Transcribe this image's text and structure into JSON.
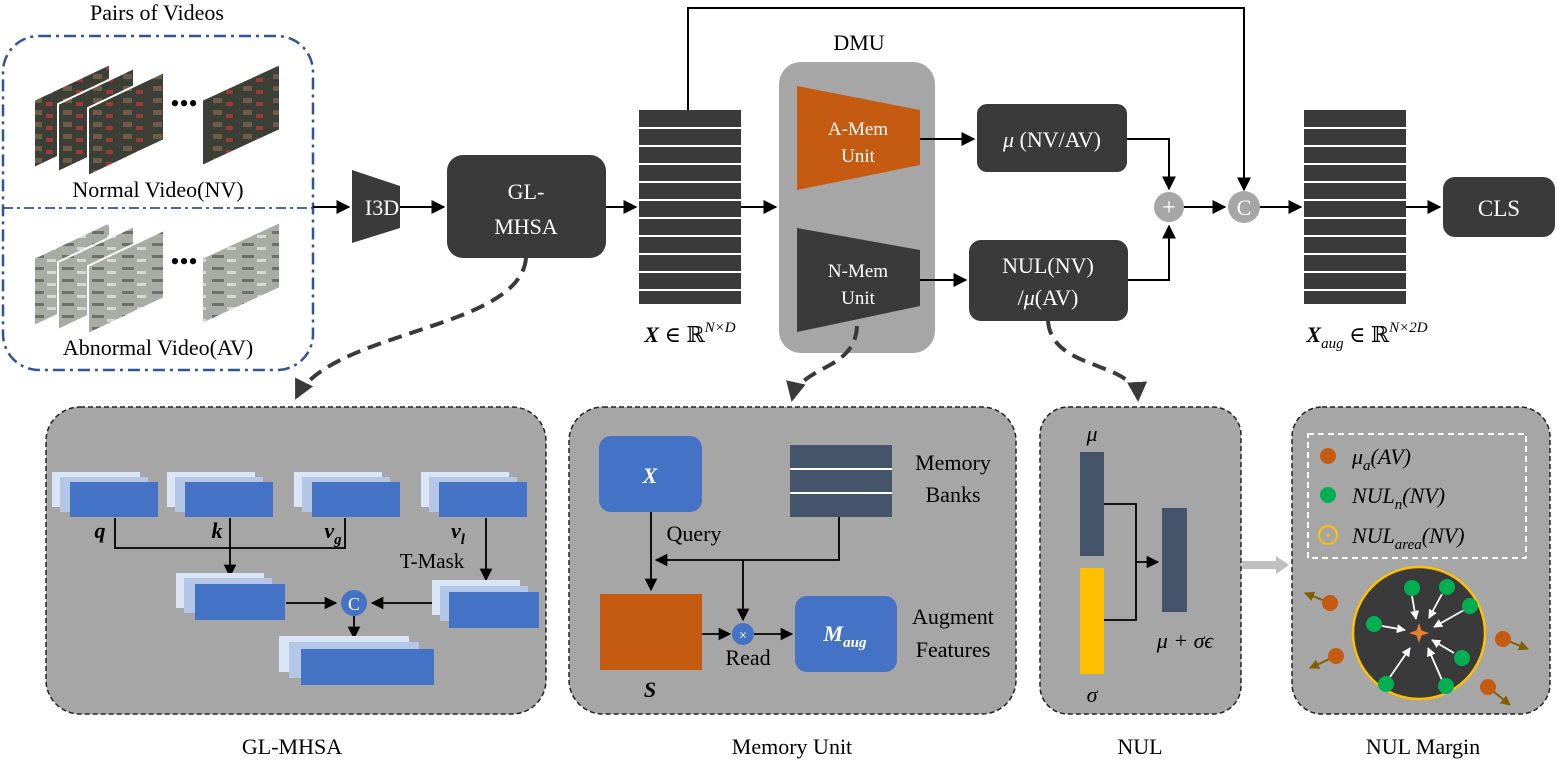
{
  "inputs": {
    "pairs_title": "Pairs of Videos",
    "normal_label": "Normal Video(NV)",
    "abnormal_label": "Abnormal Video(AV)",
    "ellipsis": "•••"
  },
  "pipeline": {
    "i3d": "I3D",
    "glmhsa_line1": "GL-",
    "glmhsa_line2": "MHSA",
    "x_label_sym": "X",
    "x_label_in": " ∈ ℝ",
    "x_label_sup": "N×D",
    "dmu_title": "DMU",
    "amem_line1": "A-Mem",
    "amem_line2": "Unit",
    "nmem_line1": "N-Mem",
    "nmem_line2": "Unit",
    "mu_label_sym": "μ",
    "mu_label_rest": " (NV/AV)",
    "nul_line1": "NUL(NV)",
    "nul_line2_a": "/",
    "nul_line2_mu": "μ",
    "nul_line2_b": "(AV)",
    "plus_symbol": "+",
    "concat_symbol": "C",
    "xaug_sym": "X",
    "xaug_sub": "aug",
    "xaug_in": " ∈ ℝ",
    "xaug_sup": "N×2D",
    "cls": "CLS"
  },
  "glmhsa_panel": {
    "caption": "GL-MHSA",
    "q": "q",
    "k": "k",
    "vg_sym": "v",
    "vg_sub": "g",
    "vl_sym": "v",
    "vl_sub": "l",
    "tmask": "T-Mask",
    "concat": "C"
  },
  "memory_panel": {
    "caption": "Memory Unit",
    "x": "X",
    "memory_line1": "Memory",
    "memory_line2": "Banks",
    "query": "Query",
    "s": "S",
    "read": "Read",
    "times": "×",
    "maug_sym": "M",
    "maug_sub": "aug",
    "augment_line1": "Augment",
    "augment_line2": "Features"
  },
  "nul_panel": {
    "caption": "NUL",
    "mu": "μ",
    "sigma": "σ",
    "formula": "μ + σϵ"
  },
  "margin_panel": {
    "caption": "NUL Margin",
    "legend_a": "μ",
    "legend_a_sub": "a",
    "legend_a_rest": "(AV)",
    "legend_n": "NUL",
    "legend_n_sub": "n",
    "legend_n_rest": "(NV)",
    "legend_area": "NUL",
    "legend_area_sub": "area",
    "legend_area_rest": "(NV)"
  },
  "colors": {
    "dark_box": "#3a3a3a",
    "panel_gray": "#a6a6a6",
    "orange": "#c55a11",
    "blue": "#4472c4",
    "navy": "#44546a",
    "yellow": "#ffc000",
    "green": "#00b050",
    "border_blue": "#2f5597"
  }
}
